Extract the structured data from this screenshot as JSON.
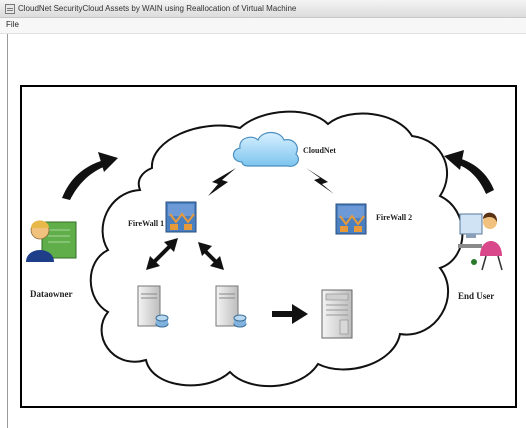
{
  "window": {
    "title": "CloudNet SecurityCloud Assets by WAIN using Reallocation of Virtual Machine"
  },
  "menu": {
    "items": [
      {
        "label": "File"
      }
    ]
  },
  "diagram": {
    "labels": {
      "cloudnet": "CloudNet",
      "firewall1": "FireWall 1",
      "firewall2": "FireWall 2",
      "dataowner": "Dataowner",
      "enduser": "End User"
    },
    "icons": {
      "cloud": "cloud-icon",
      "firewall": "firewall-icon",
      "server": "server-icon",
      "dataowner": "dataowner-person-icon",
      "enduser": "enduser-computer-icon"
    },
    "colors": {
      "cloud_blue": "#7cc4ee",
      "firewall_blue": "#4a7fc0",
      "firewall_orange": "#e89a3a",
      "arrow": "#111111",
      "monitor_green": "#5fae4a",
      "person_pink": "#d9488a"
    }
  }
}
